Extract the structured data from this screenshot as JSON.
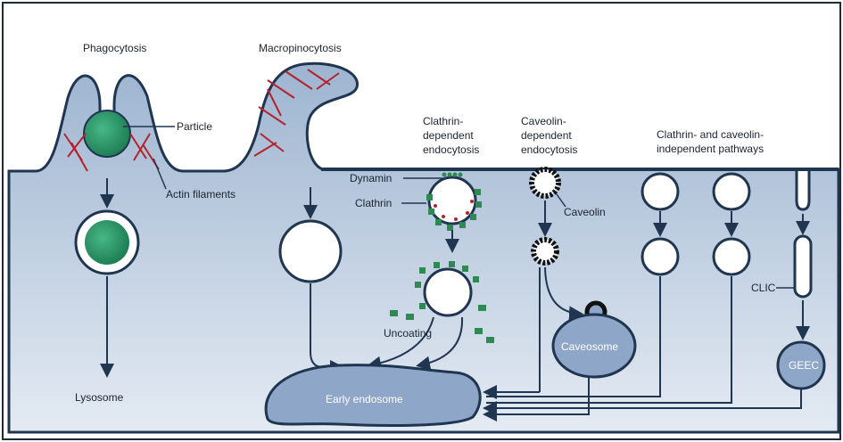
{
  "labels": {
    "phagocytosis": "Phagocytosis",
    "macropinocytosis": "Macropinocytosis",
    "particle": "Particle",
    "actin_filaments": "Actin filaments",
    "lysosome": "Lysosome",
    "clathrin_dep_1": "Clathrin-",
    "clathrin_dep_2": "dependent",
    "clathrin_dep_3": "endocytosis",
    "caveolin_dep_1": "Caveolin-",
    "caveolin_dep_2": "dependent",
    "caveolin_dep_3": "endocytosis",
    "independent_1": "Clathrin- and caveolin-",
    "independent_2": "independent pathways",
    "dynamin": "Dynamin",
    "clathrin": "Clathrin",
    "caveolin": "Caveolin",
    "uncoating": "Uncoating",
    "caveosome": "Caveosome",
    "clic": "CLIC",
    "geec": "GEEC",
    "early_endosome": "Early endosome"
  },
  "colors": {
    "cytoplasm": "#a8bdd6",
    "cytoplasm_light": "#dde6f0",
    "membrane": "#1f3550",
    "particle": "#2e9a6a",
    "actin": "#b5222e",
    "clathrin": "#2e8a52",
    "caveolin": "#111111",
    "organelle": "#8ea7c8"
  }
}
